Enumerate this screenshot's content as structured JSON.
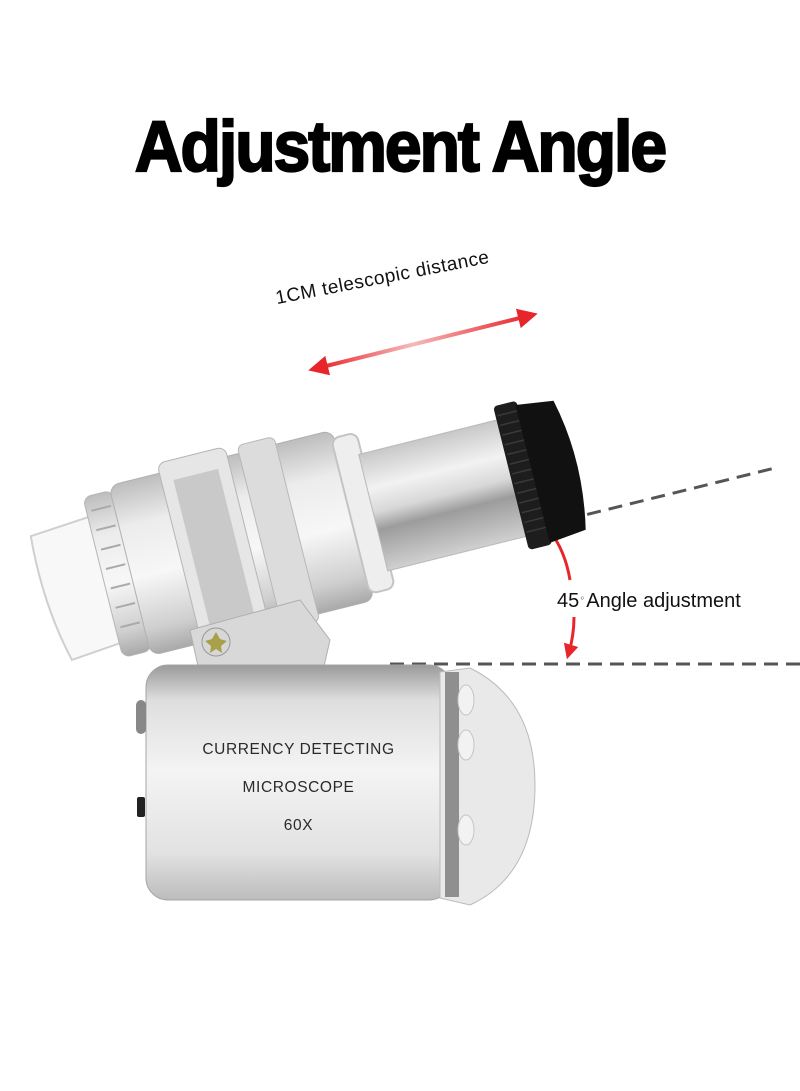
{
  "title": "Adjustment Angle",
  "annotations": {
    "telescopic": "1CM telescopic distance",
    "angle_value": "45",
    "angle_degree_symbol": "°",
    "angle_label": "Angle adjustment"
  },
  "product": {
    "line1": "CURRENCY DETECTING",
    "line2": "MICROSCOPE",
    "line3": "60X"
  },
  "colors": {
    "arrow": "#e8252a",
    "dashed_line": "#555555",
    "body_silver": "#d9d9d9",
    "eyepiece_black": "#1a1a1a",
    "screw": "#a8a04a"
  }
}
